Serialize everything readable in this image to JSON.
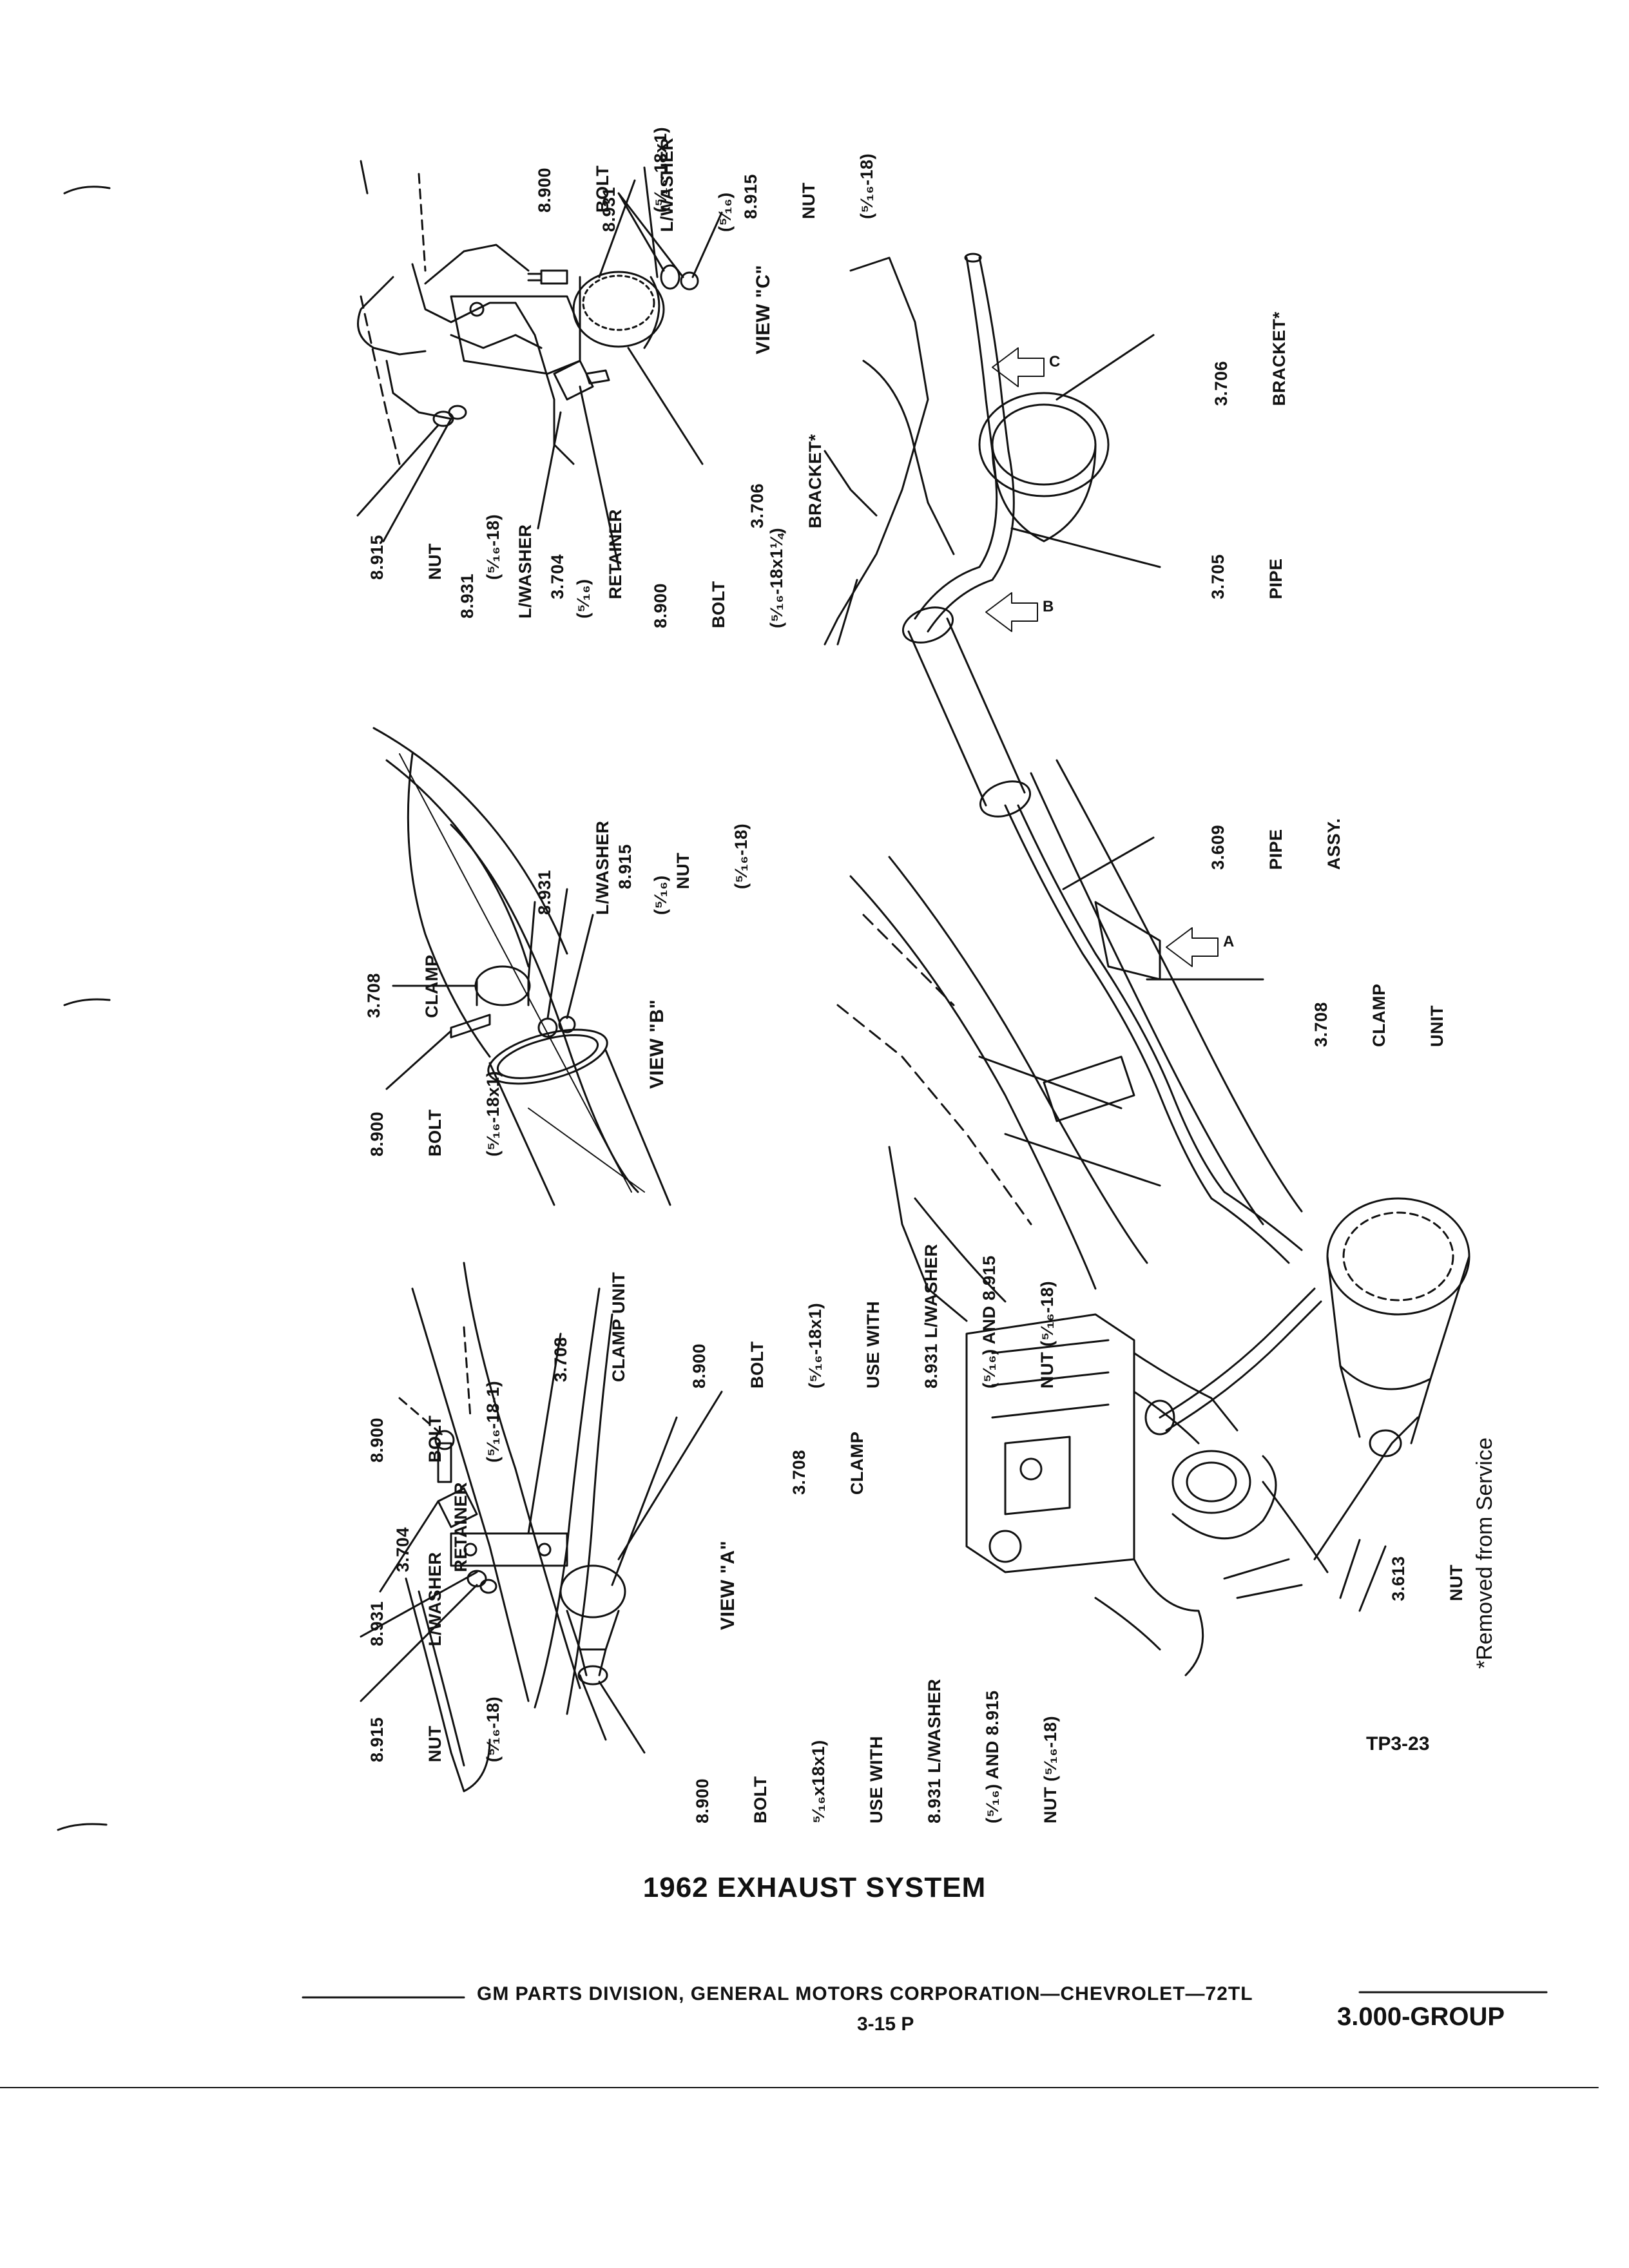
{
  "view_a": {
    "view_label": "VIEW \"A\"",
    "labels": [
      {
        "id": "clamp-unit",
        "lines": [
          "3.708",
          "CLAMP UNIT"
        ]
      },
      {
        "id": "bolt-top",
        "lines": [
          "8.900",
          "BOLT",
          "(⁵⁄₁₆-18-1)"
        ]
      },
      {
        "id": "retainer",
        "lines": [
          "3.704",
          "RETAINER"
        ]
      },
      {
        "id": "lwasher",
        "lines": [
          "8.931",
          "L/WASHER"
        ]
      },
      {
        "id": "nut",
        "lines": [
          "8.915",
          "NUT",
          "(⁵⁄₁₆-18)"
        ]
      },
      {
        "id": "bolt-right",
        "lines": [
          "8.900",
          "BOLT",
          "(⁵⁄₁₆-18x1)",
          "USE WITH",
          "8.931 L/WASHER",
          "(⁵⁄₁₆) AND 8.915",
          "NUT (⁵⁄₁₆-18)"
        ]
      },
      {
        "id": "clamp",
        "lines": [
          "3.708",
          "CLAMP"
        ]
      },
      {
        "id": "bolt-bottom",
        "lines": [
          "8.900",
          "BOLT",
          "⁵⁄₁₆x18x1)",
          "USE WITH",
          "8.931 L/WASHER",
          "(⁵⁄₁₆) AND 8.915",
          "NUT (⁵⁄₁₆-18)"
        ]
      }
    ]
  },
  "view_b": {
    "view_label": "VIEW \"B\"",
    "labels": [
      {
        "id": "clamp",
        "lines": [
          "3.708",
          "CLAMP"
        ]
      },
      {
        "id": "lwasher",
        "lines": [
          "8.931",
          "L/WASHER",
          "(⁵⁄₁₆)"
        ]
      },
      {
        "id": "nut",
        "lines": [
          "8.915",
          "NUT",
          "(⁵⁄₁₆-18)"
        ]
      },
      {
        "id": "bolt",
        "lines": [
          "8.900",
          "BOLT",
          "(⁵⁄₁₆-18x1)"
        ]
      }
    ]
  },
  "view_c": {
    "view_label": "VIEW \"C\"",
    "labels": [
      {
        "id": "bolt-top",
        "lines": [
          "8.900",
          "BOLT",
          "(⁵⁄₁₆-18x1)"
        ]
      },
      {
        "id": "lwasher-top",
        "lines": [
          "8.931",
          "L/WASHER",
          "(⁵⁄₁₆)"
        ]
      },
      {
        "id": "nut-top",
        "lines": [
          "8.915",
          "NUT",
          "(⁵⁄₁₆-18)"
        ]
      },
      {
        "id": "bracket",
        "lines": [
          "3.706",
          "BRACKET*"
        ]
      },
      {
        "id": "nut-left",
        "lines": [
          "8.915",
          "NUT",
          "(⁵⁄₁₆-18)"
        ]
      },
      {
        "id": "lwasher-left",
        "lines": [
          "8.931",
          "L/WASHER",
          "(⁵⁄₁₆)"
        ]
      },
      {
        "id": "retainer",
        "lines": [
          "3.704",
          "RETAINER"
        ]
      },
      {
        "id": "bolt-bottom",
        "lines": [
          "8.900",
          "BOLT",
          "(⁵⁄₁₆-18x1¼)"
        ]
      }
    ]
  },
  "main": {
    "labels": [
      {
        "id": "bracket",
        "lines": [
          "3.706",
          "BRACKET*"
        ]
      },
      {
        "id": "pipe",
        "lines": [
          "3.705",
          "PIPE"
        ]
      },
      {
        "id": "pipe-assy",
        "lines": [
          "3.609",
          "PIPE",
          "ASSY."
        ]
      },
      {
        "id": "clamp-unit",
        "lines": [
          "3.708",
          "CLAMP",
          "UNIT"
        ]
      },
      {
        "id": "nut",
        "lines": [
          "3.613",
          "NUT"
        ]
      }
    ],
    "arrow_letters": {
      "a": "A",
      "b": "B",
      "c": "C"
    },
    "removed_note": "*Removed from Service",
    "figure_ref": "TP3-23"
  },
  "title": "1962 EXHAUST SYSTEM",
  "footer": {
    "division": "GM PARTS DIVISION, GENERAL MOTORS CORPORATION—CHEVROLET—72TL",
    "page": "3-15 P",
    "group": "3.000-GROUP"
  }
}
